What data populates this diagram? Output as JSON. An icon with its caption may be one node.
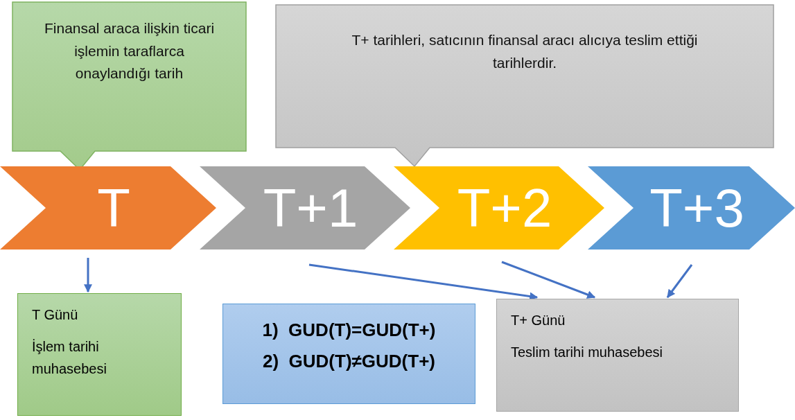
{
  "diagram": {
    "nodes": [
      {
        "text": [
          "Finansal araca ilişkin ticari işlemin taraflarca onaylandığı tarih"
        ]
      },
      {
        "text": [
          "T+ tarihleri, satıcının finansal aracı alıcıya teslim ettiği tarihlerdir."
        ]
      },
      {
        "text": [
          "T"
        ]
      },
      {
        "text": [
          "T+1"
        ]
      },
      {
        "text": [
          "T+2"
        ]
      },
      {
        "text": [
          "T+3"
        ]
      },
      {
        "text": [
          "T Günü",
          "İşlem tarihi muhasebesi"
        ]
      },
      {
        "text": [
          "1)  GUD(T)=GUD(T+)",
          "2)  GUD(T)≠GUD(T+)"
        ]
      },
      {
        "text": [
          "T+ Günü",
          "Teslim tarihi muhasebesi"
        ]
      }
    ],
    "edges": [
      {
        "from": 2,
        "to": 6,
        "arrow": "to"
      },
      {
        "from": 3,
        "to": 8,
        "arrow": "to"
      },
      {
        "from": 4,
        "to": 8,
        "arrow": "to"
      },
      {
        "from": 5,
        "to": 8,
        "arrow": "to"
      }
    ]
  }
}
